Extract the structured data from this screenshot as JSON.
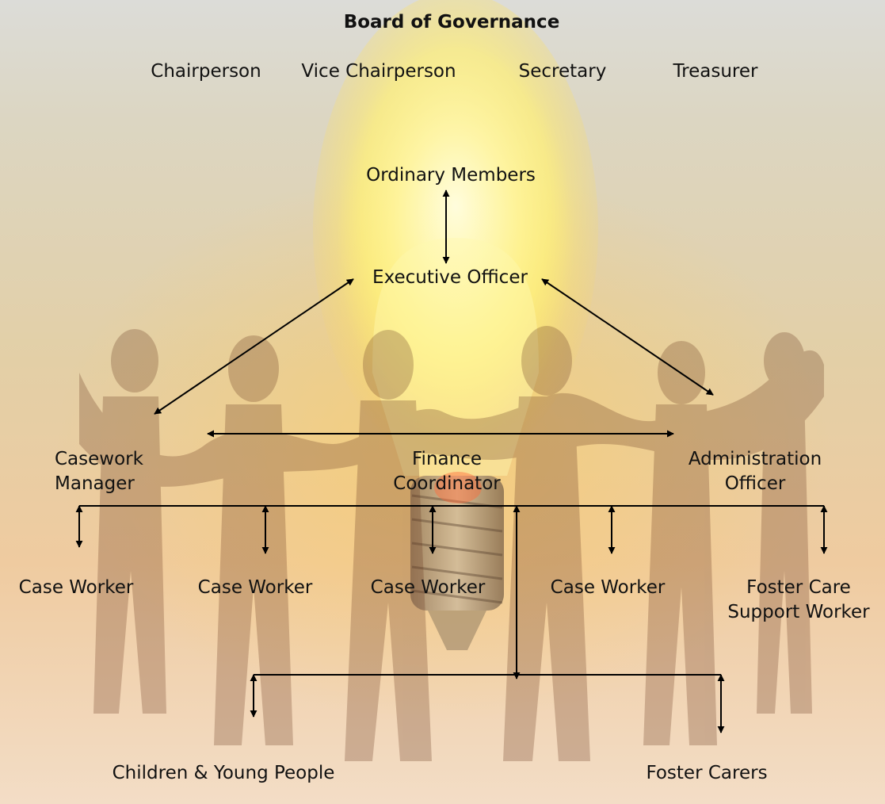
{
  "diagram": {
    "title": "Board of Governance",
    "board_roles": [
      "Chairperson",
      "Vice Chairperson",
      "Secretary",
      "Treasurer"
    ],
    "nodes": {
      "ordinary_members": "Ordinary Members",
      "executive_officer": "Executive Officer",
      "casework_manager": "Casework\nManager",
      "finance_coordinator": "Finance\nCoordinator",
      "administration_officer": "Administration\nOfficer",
      "case_worker_1": "Case Worker",
      "case_worker_2": "Case Worker",
      "case_worker_3": "Case Worker",
      "case_worker_4": "Case Worker",
      "foster_care_support_worker": "Foster Care\nSupport Worker",
      "children_young_people": "Children & Young People",
      "foster_carers": "Foster Carers"
    }
  },
  "colors": {
    "line": "#000000",
    "text": "#111111",
    "bulb_glow": "#fff6a8",
    "figure_fill": "#6a3a22"
  }
}
